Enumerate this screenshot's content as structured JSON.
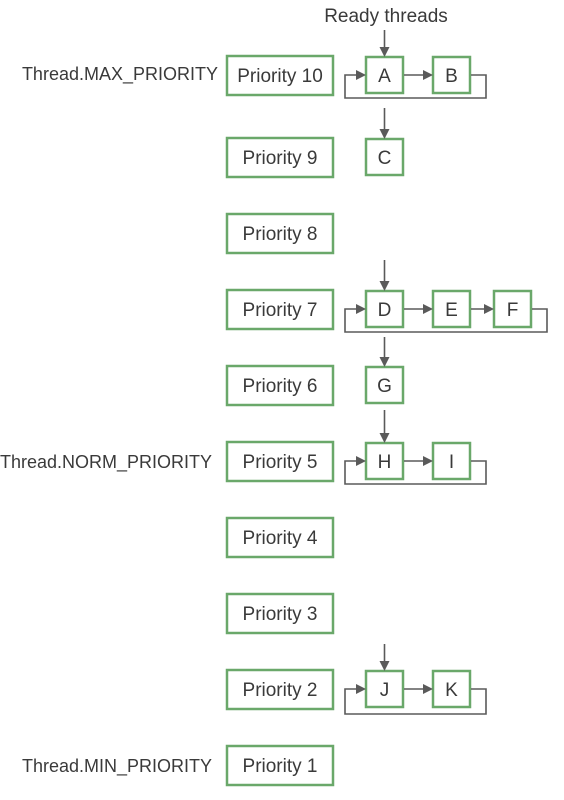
{
  "header": {
    "label": "Ready threads"
  },
  "constants": {
    "max": "Thread.MAX_PRIORITY",
    "norm": "Thread.NORM_PRIORITY",
    "min": "Thread.MIN_PRIORITY"
  },
  "priorities": [
    {
      "label": "Priority 10"
    },
    {
      "label": "Priority 9"
    },
    {
      "label": "Priority 8"
    },
    {
      "label": "Priority 7"
    },
    {
      "label": "Priority 6"
    },
    {
      "label": "Priority 5"
    },
    {
      "label": "Priority 4"
    },
    {
      "label": "Priority 3"
    },
    {
      "label": "Priority 2"
    },
    {
      "label": "Priority 1"
    }
  ],
  "threads": {
    "A": "A",
    "B": "B",
    "C": "C",
    "D": "D",
    "E": "E",
    "F": "F",
    "G": "G",
    "H": "H",
    "I": "I",
    "J": "J",
    "K": "K"
  },
  "colors": {
    "box_border": "#6aa86a",
    "text": "#3a3a3a",
    "connector": "#5a5a5a"
  }
}
